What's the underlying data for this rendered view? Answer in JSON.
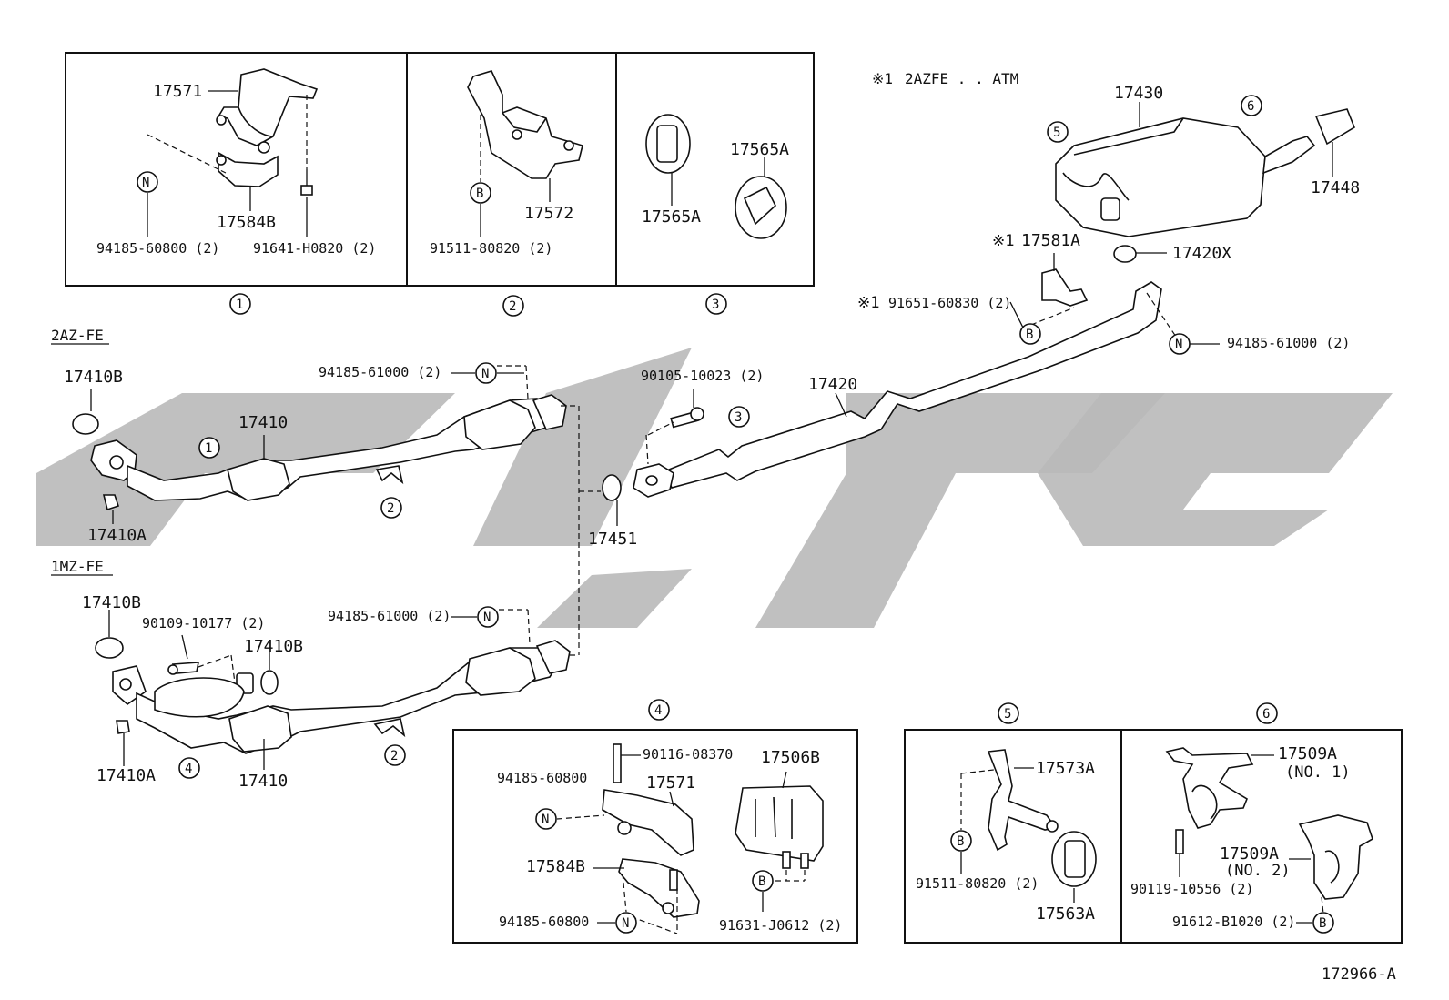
{
  "note": {
    "mark": "※1",
    "text": "2AZFE . . ATM"
  },
  "engines": {
    "a": "2AZ-FE",
    "b": "1MZ-FE"
  },
  "circled": {
    "c1": "1",
    "c2": "2",
    "c3": "3",
    "c4": "4",
    "c5": "5",
    "c6": "6",
    "n": "N",
    "b": "B"
  },
  "parts": {
    "p17571": "17571",
    "p17584b": "17584B",
    "p94185_60800_2": "94185-60800 (2)",
    "p91641_h0820_2": "91641-H0820 (2)",
    "p91511_80820_2": "91511-80820 (2)",
    "p17572": "17572",
    "p17565a_1": "17565A",
    "p17565a_2": "17565A",
    "p17430": "17430",
    "p17448": "17448",
    "p17581a": "17581A",
    "p17420x": "17420X",
    "p91651_60830_2": "91651-60830 (2)",
    "p94185_61000_2_r": "94185-61000 (2)",
    "p17410b_1": "17410B",
    "p94185_61000_2_a": "94185-61000 (2)",
    "p17410_1": "17410",
    "p17410a_1": "17410A",
    "p90105_10023_2": "90105-10023 (2)",
    "p17420": "17420",
    "p17451": "17451",
    "p17410b_2": "17410B",
    "p90109_10177_2": "90109-10177 (2)",
    "p17410b_3": "17410B",
    "p94185_61000_2_b": "94185-61000 (2)",
    "p17410a_2": "17410A",
    "p17410_2": "17410",
    "p90116_08370": "90116-08370",
    "p17506b": "17506B",
    "p94185_60800_a": "94185-60800",
    "p17571_b": "17571",
    "p17584b_b": "17584B",
    "p94185_60800_b": "94185-60800",
    "p91631_j0612_2": "91631-J0612 (2)",
    "p17573a": "17573A",
    "p91511_80820_2_b": "91511-80820 (2)",
    "p17563a": "17563A",
    "p17509a_1": "17509A",
    "p17509a_1_no": "(NO. 1)",
    "p90119_10556_2": "90119-10556 (2)",
    "p17509a_2": "17509A",
    "p17509a_2_no": "(NO. 2)",
    "p91612_b1020_2": "91612-B1020 (2)"
  },
  "figure_id": "172966-A",
  "colors": {
    "line": "#111111",
    "watermark": "#b9b9b9",
    "background": "#ffffff"
  }
}
